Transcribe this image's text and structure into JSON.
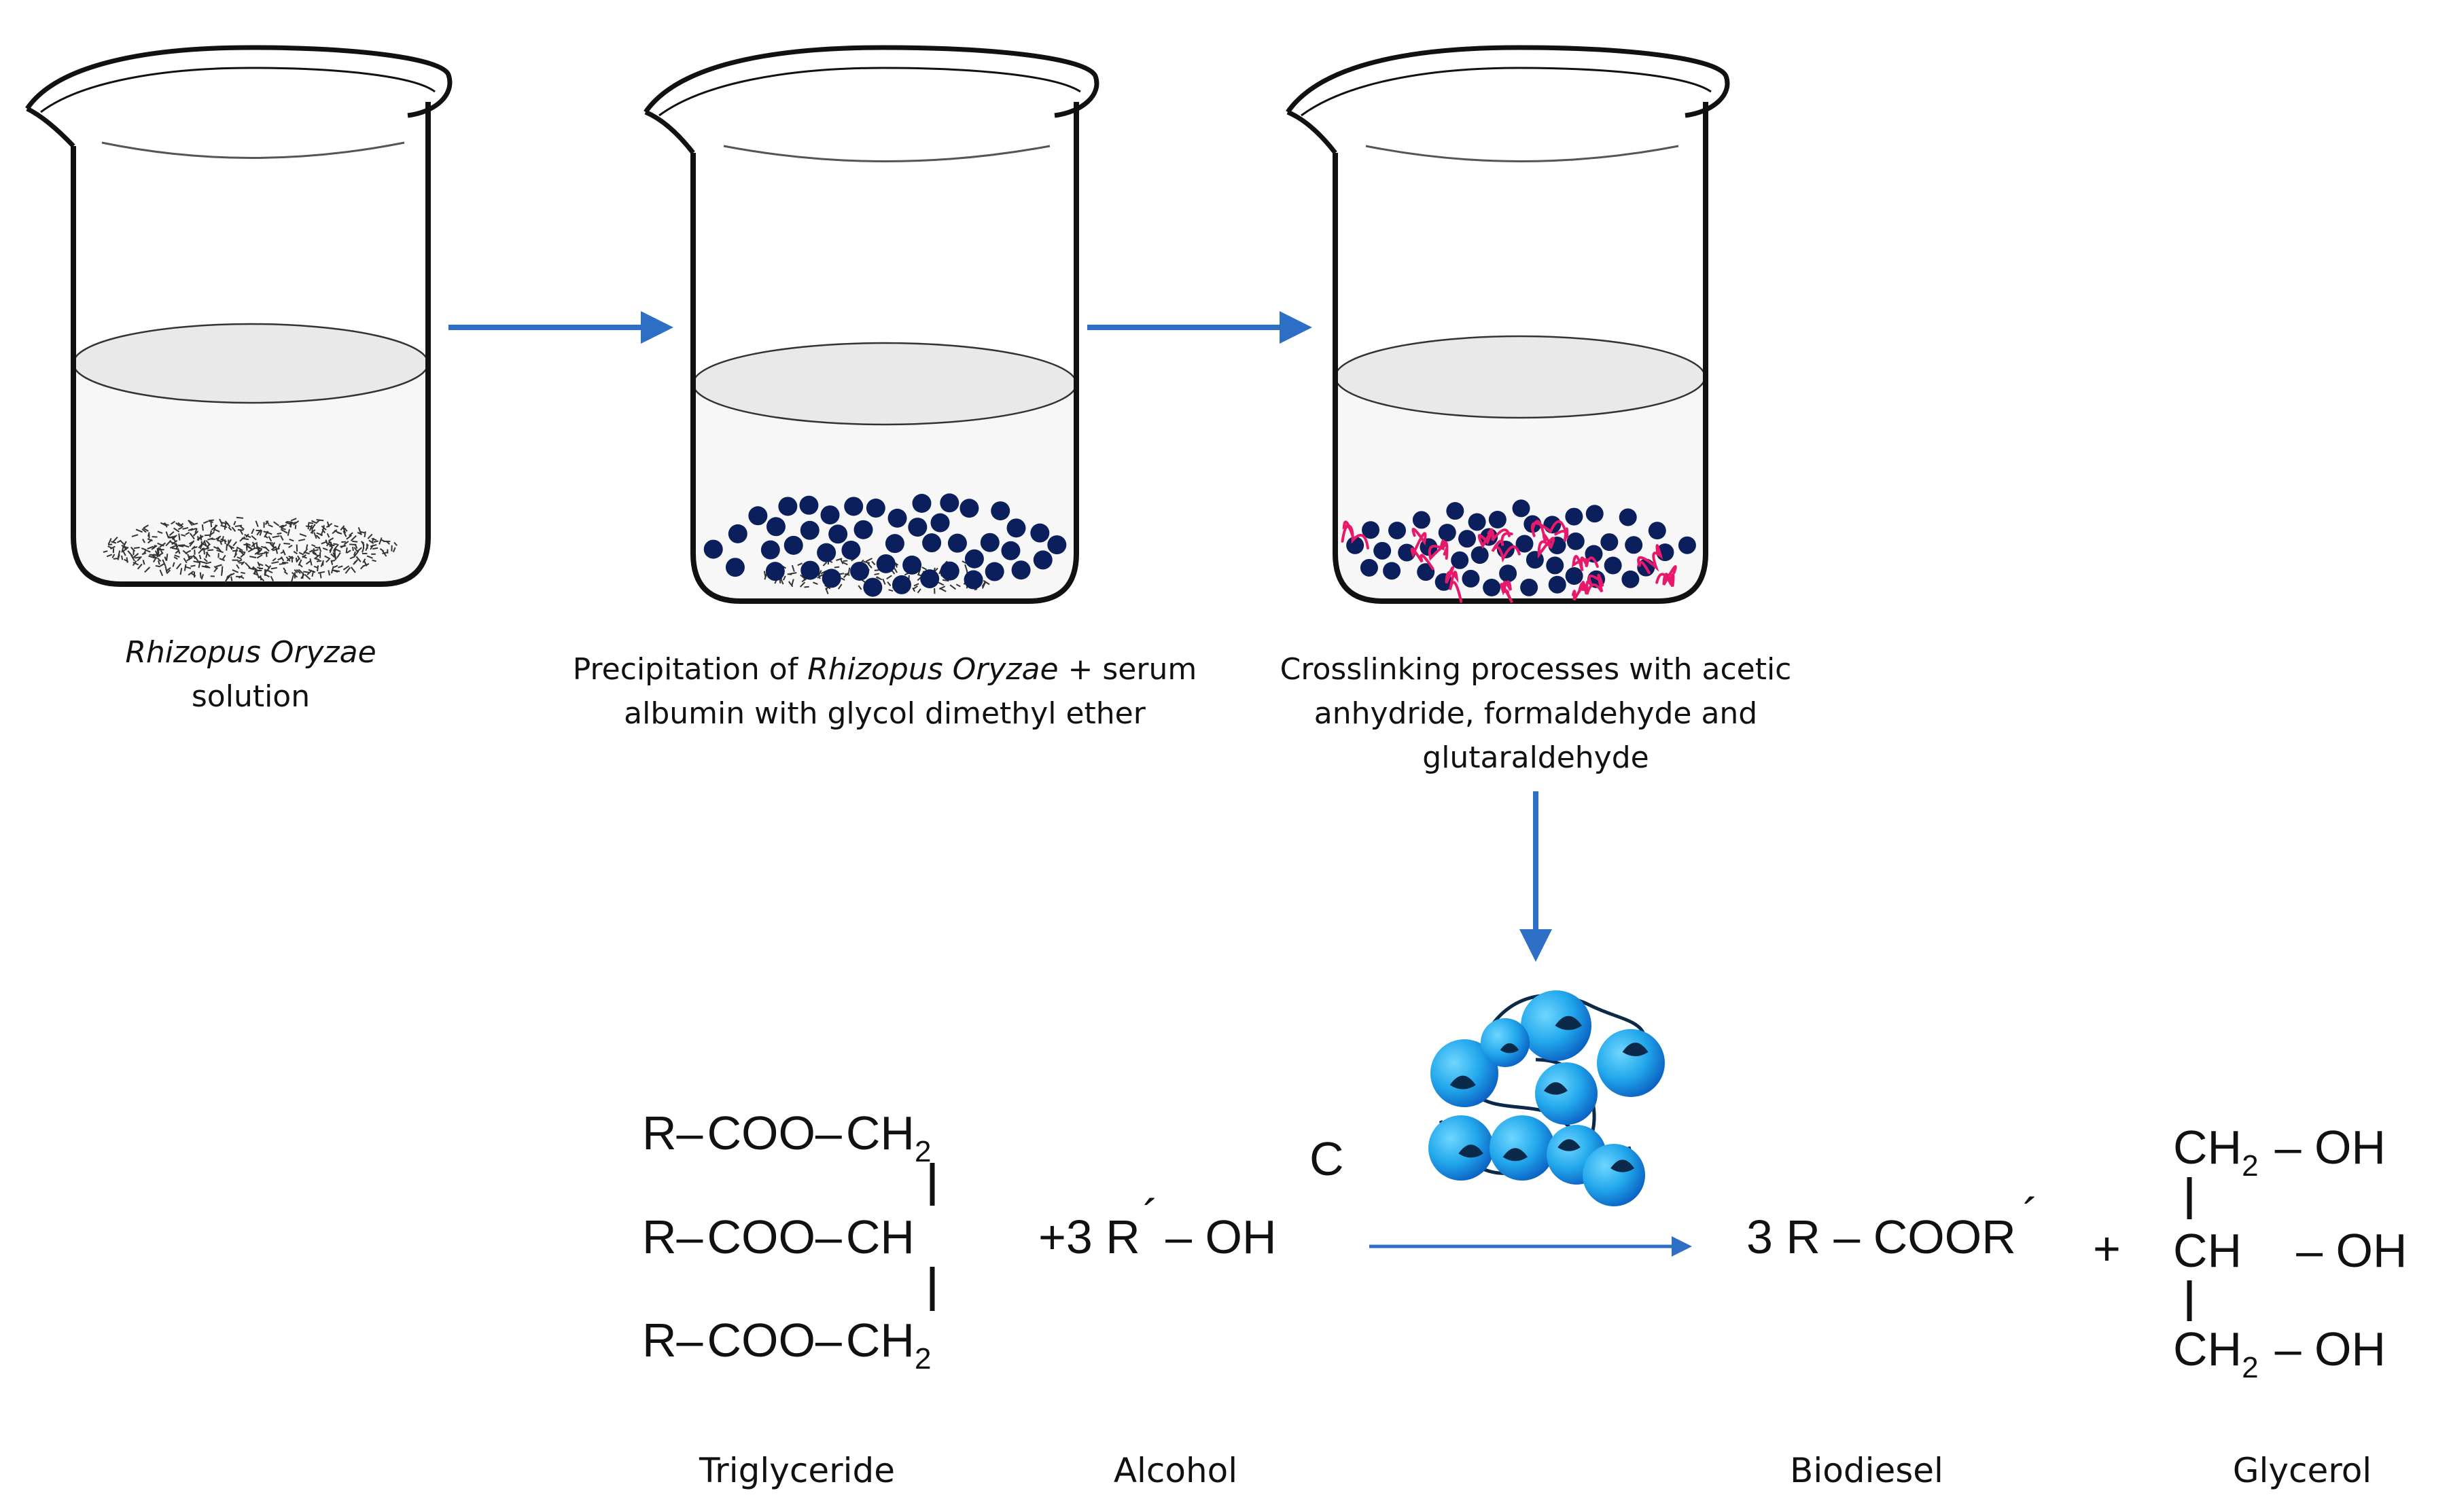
{
  "colors": {
    "arrow": "#2e6fc6",
    "bead": "#0b1f5c",
    "crosslink": "#e8196b",
    "enzyme_light": "#2ab6f0",
    "enzyme_mid": "#0e7ed8",
    "enzyme_dark": "#0b2a4a",
    "liquid_top": "#e9e9e9",
    "liquid_body": "#f7f7f7",
    "outline": "#111111"
  },
  "steps": [
    {
      "caption_italic": "Rhizopus Oryzae",
      "caption_rest": "solution"
    },
    {
      "caption_pre": "Precipitation of ",
      "caption_italic": "Rhizopus Oryzae",
      "caption_post": " + serum",
      "caption_line2": "albumin with glycol dimethyl ether"
    },
    {
      "caption_line1": "Crosslinking processes with acetic",
      "caption_line2": "anhydride, formaldehyde  and",
      "caption_line3": "glutaraldehyde"
    }
  ],
  "reaction": {
    "reactant_rows": [
      {
        "r": "R–",
        "ester": "COO–",
        "carbon": "CH",
        "sub": "2"
      },
      {
        "r": "R–",
        "ester": "COO–",
        "carbon": "CH",
        "sub": ""
      },
      {
        "r": "R–",
        "ester": "COO–",
        "carbon": "CH",
        "sub": "2"
      }
    ],
    "alcohol": {
      "coeff": "+3 R",
      "prime": "´",
      "group": "– OH"
    },
    "catalyst_fragment": "C",
    "product": {
      "coeff": "3 R – COOR",
      "prime": "´",
      "plus": "+"
    },
    "glycerol_rows": [
      {
        "carbon": "CH",
        "sub": "2",
        "oh": "– OH"
      },
      {
        "carbon": "CH",
        "sub": "",
        "oh": "– OH"
      },
      {
        "carbon": "CH",
        "sub": "2",
        "oh": "– OH"
      }
    ]
  },
  "labels": {
    "triglyceride": "Triglyceride",
    "alcohol": "Alcohol",
    "biodiesel": "Biodiesel",
    "glycerol": "Glycerol"
  }
}
